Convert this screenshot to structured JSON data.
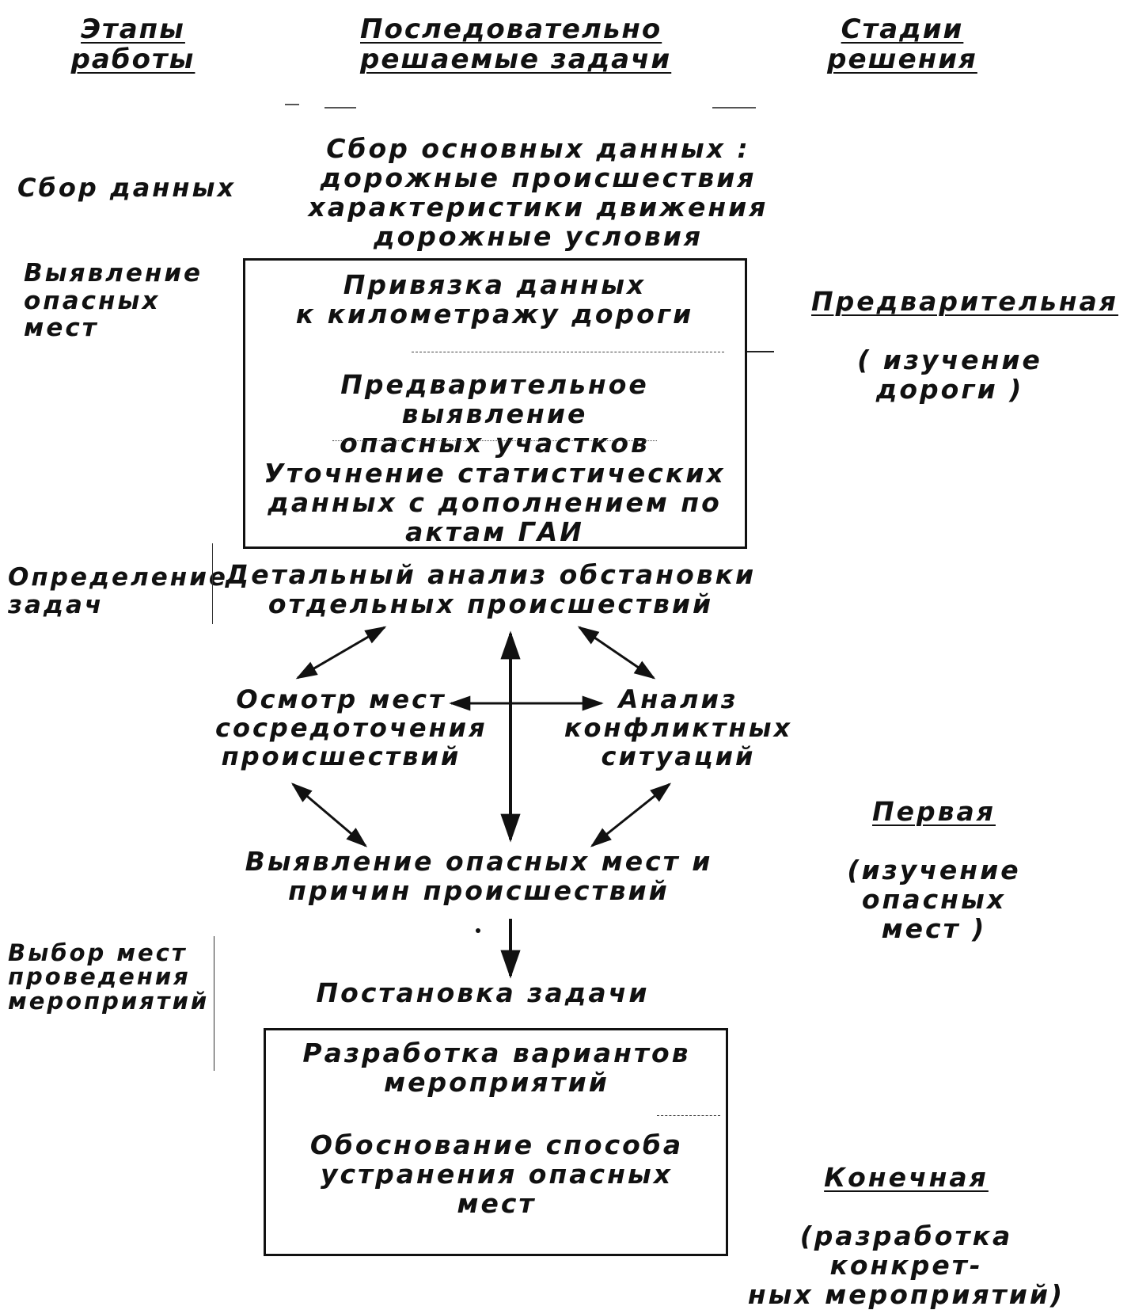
{
  "headers": {
    "stages_of_work": [
      "Этапы",
      "работы"
    ],
    "tasks": [
      "Последовательно",
      "решаемые задачи"
    ],
    "solution_stages": [
      "Стадии",
      "решения"
    ]
  },
  "left_column": {
    "data_collection": "Сбор данных",
    "identify_dangerous_places": "Выявление\nопасных\nмест",
    "define_tasks": "Определение\nзадач",
    "choose_places": "Выбор мест\nпроведения\nмероприятий"
  },
  "center": {
    "collect_basic_data": "Сбор основных данных :\nдорожные происшествия\nхарактеристики движения\nдорожные условия",
    "bind_data": "Привязка данных\nк километражу дороги",
    "preliminary_identification": "Предварительное выявление\nопасных участков",
    "refine_statistics": "Уточнение статистических\nданных с дополнением по\nактам ГАИ",
    "detailed_analysis": "Детальный анализ обстановки\nотдельных происшествий",
    "inspect_places": "Осмотр мест\nсосредоточения\nпроисшествий",
    "conflict_analysis": "Анализ\nконфликтных\nситуаций",
    "identify_places_causes": "Выявление опасных мест и\nпричин происшествий",
    "task_statement": "Постановка задачи",
    "develop_variants": "Разработка вариантов\nмероприятий",
    "justify_method": "Обоснование способа\nустранения опасных\nмест"
  },
  "right_column": {
    "preliminary": {
      "title": "Предварительная",
      "detail": "( изучение\nдороги )"
    },
    "first": {
      "title": "Первая",
      "detail": "(изучение опасных\nмест )"
    },
    "final": {
      "title": "Конечная",
      "detail": "(разработка конкрет-\nных мероприятий)"
    }
  }
}
